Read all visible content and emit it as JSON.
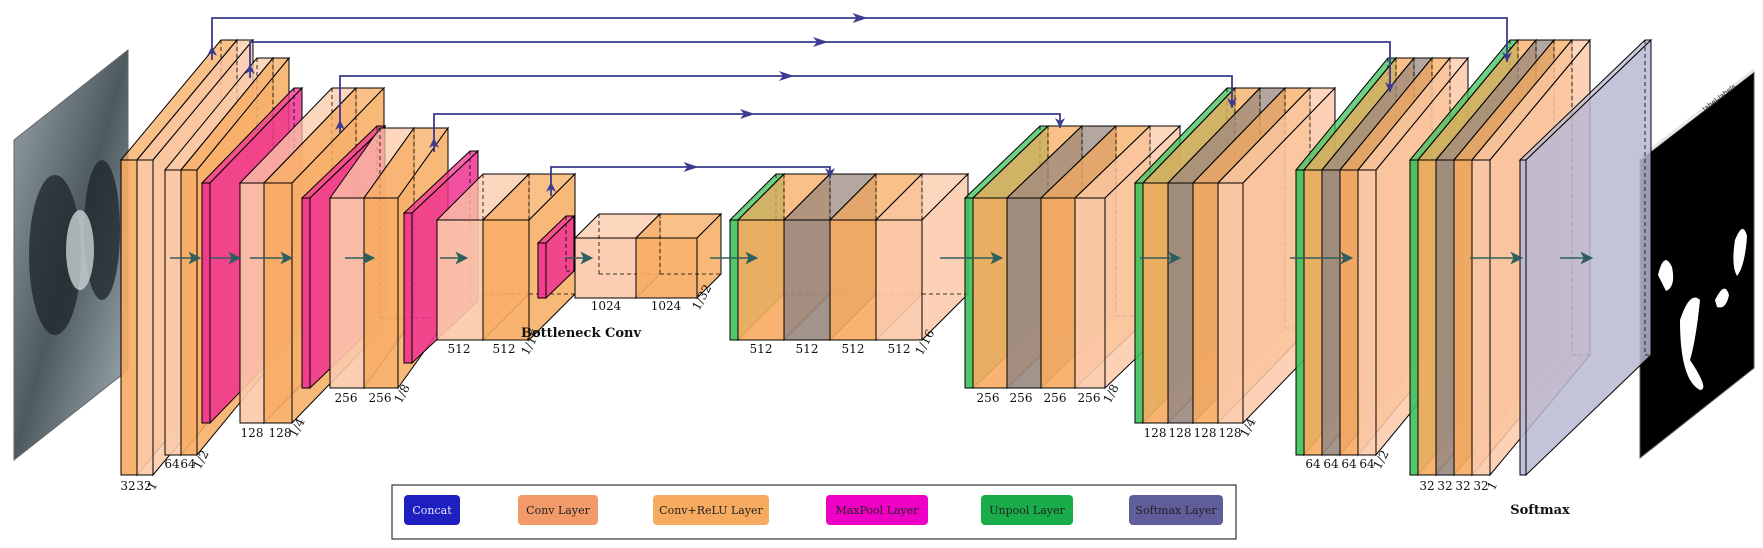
{
  "labels": {
    "bottleneck": "Bottleneck Conv",
    "softmax": "Softmax",
    "output_strip": "label-labels"
  },
  "encoder": [
    {
      "name": "enc1",
      "channels": [
        "32",
        "32"
      ],
      "scale": "1"
    },
    {
      "name": "enc2",
      "channels": [
        "64",
        "64"
      ],
      "scale": "1/2"
    },
    {
      "name": "enc3",
      "channels": [
        "128",
        "128"
      ],
      "scale": "1/4"
    },
    {
      "name": "enc4",
      "channels": [
        "256",
        "256"
      ],
      "scale": "1/8"
    },
    {
      "name": "enc5",
      "channels": [
        "512",
        "512"
      ],
      "scale": "1/16"
    }
  ],
  "bottleneck": {
    "channels": [
      "1024",
      "1024"
    ],
    "scale": "1/32"
  },
  "decoder": [
    {
      "name": "dec1",
      "channels": [
        "512",
        "512",
        "512",
        "512"
      ],
      "scale": "1/16"
    },
    {
      "name": "dec2",
      "channels": [
        "256",
        "256",
        "256",
        "256"
      ],
      "scale": "1/8"
    },
    {
      "name": "dec3",
      "channels": [
        "128",
        "128",
        "128",
        "128"
      ],
      "scale": "1/4"
    },
    {
      "name": "dec4",
      "channels": [
        "64",
        "64",
        "64",
        "64"
      ],
      "scale": "1/2"
    },
    {
      "name": "dec5",
      "channels": [
        "32",
        "32",
        "32",
        "32"
      ],
      "scale": "1"
    }
  ],
  "legend": [
    {
      "label": "Concat",
      "color": "#1f1fbf",
      "text_color": "#e8e8ff"
    },
    {
      "label": "Conv Layer",
      "color": "#f29a6a",
      "text_color": "#222222"
    },
    {
      "label": "Conv+ReLU Layer",
      "color": "#f7ab60",
      "text_color": "#222222"
    },
    {
      "label": "MaxPool Layer",
      "color": "#ee00c4",
      "text_color": "#222222"
    },
    {
      "label": "Unpool Layer",
      "color": "#18ad4a",
      "text_color": "#222222"
    },
    {
      "label": "Softmax Layer",
      "color": "#5f5e9a",
      "text_color": "#222222"
    }
  ],
  "colors": {
    "conv": "#fbc9a8",
    "conv_relu": "#f7ab60",
    "maxpool": "#f0318f",
    "unpool": "#3ec05a",
    "softmax": "#b9b9d4",
    "skip_arrow": "#3b3b8f",
    "flow_arrow": "#2e5f5f"
  }
}
